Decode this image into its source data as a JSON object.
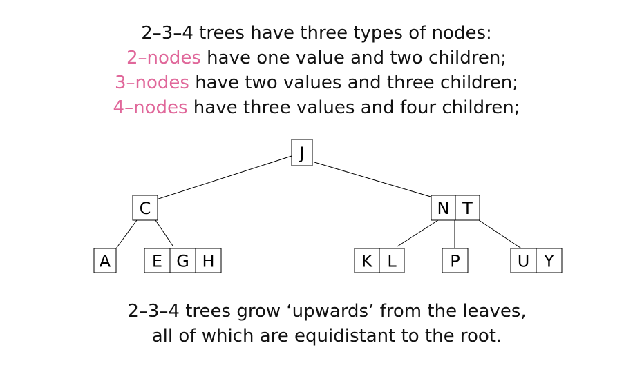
{
  "intro": {
    "line1": "2–3–4 trees have three types of nodes:",
    "line2_term": "2–nodes",
    "line2_rest": " have one value and two children;",
    "line3_term": "3–nodes",
    "line3_rest": " have two values and three children;",
    "line4_term": "4–nodes",
    "line4_rest": " have three values and four children;"
  },
  "colors": {
    "highlight": "#e0679a",
    "text": "#111111"
  },
  "tree": {
    "root": {
      "keys": [
        "J"
      ]
    },
    "left": {
      "keys": [
        "C"
      ]
    },
    "right": {
      "keys": [
        "N",
        "T"
      ]
    },
    "leaf_a": {
      "keys": [
        "A"
      ]
    },
    "leaf_egh": {
      "keys": [
        "E",
        "G",
        "H"
      ]
    },
    "leaf_kl": {
      "keys": [
        "K",
        "L"
      ]
    },
    "leaf_p": {
      "keys": [
        "P"
      ]
    },
    "leaf_uy": {
      "keys": [
        "U",
        "Y"
      ]
    }
  },
  "footer": {
    "line1": "2–3–4 trees grow ‘upwards’ from the leaves,",
    "line2": "all of which are equidistant to the root."
  }
}
